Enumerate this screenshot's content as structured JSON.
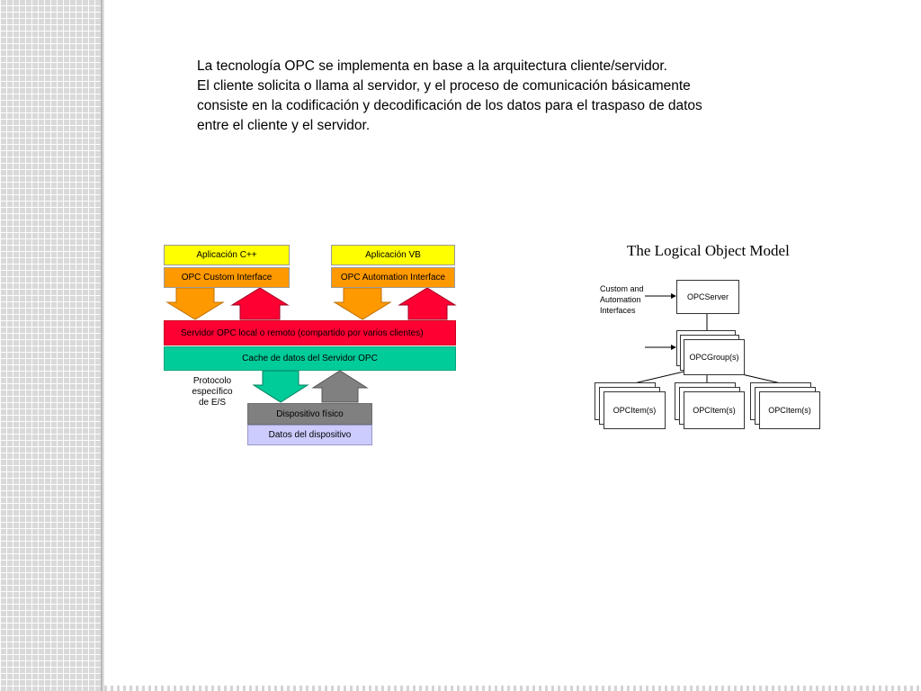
{
  "intro_lines": [
    "La tecnología OPC se implementa en base a la arquitectura cliente/servidor.",
    "El cliente solicita o llama al servidor, y el proceso de comunicación básicamente",
    "consiste en la codificación  y decodificación de los datos para el traspaso de datos",
    "entre el cliente y el servidor."
  ],
  "arch_diagram": {
    "app_cpp": "Aplicación C++",
    "custom_interface": "OPC Custom Interface",
    "app_vb": "Aplicación VB",
    "automation_interface": "OPC Automation Interface",
    "server": "Servidor OPC local o remoto (compartido por varios clientes)",
    "cache": "Cache de datos del Servidor OPC",
    "protocol_lines": [
      "Protocolo",
      "específico",
      "de E/S"
    ],
    "device": "Dispositivo físico",
    "device_data": "Datos del dispositivo",
    "colors": {
      "down_arrow": "#ff9900",
      "up_arrow": "#ff0033",
      "green_arrow": "#00cc99",
      "gray_arrow": "#808080"
    }
  },
  "object_model": {
    "title": "The Logical Object Model",
    "note_lines": [
      "Custom and",
      "Automation",
      "Interfaces"
    ],
    "server": "OPCServer",
    "group": "OPCGroup(s)",
    "items": [
      "OPCItem(s)",
      "OPCItem(s)",
      "OPCItem(s)"
    ]
  }
}
